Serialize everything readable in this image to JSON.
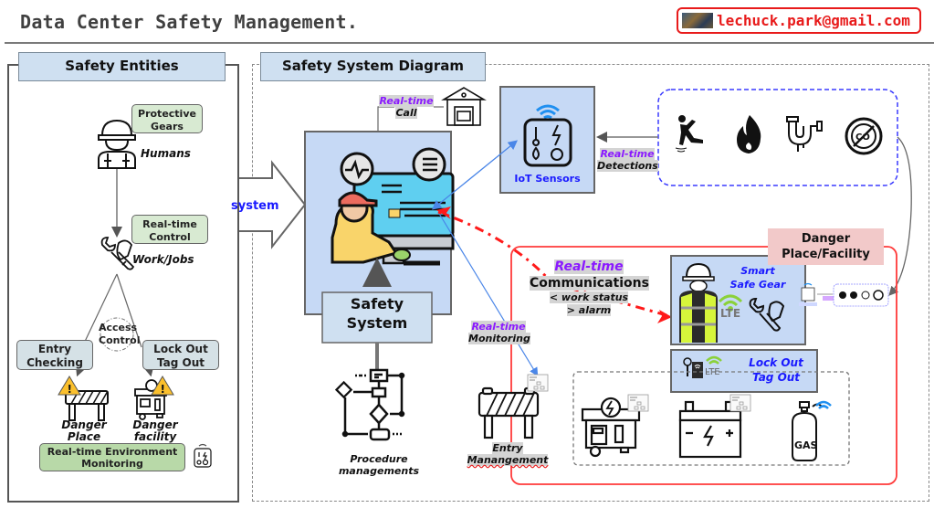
{
  "header": {
    "title": "Data Center Safety Management.",
    "contact_email": "lechuck.park@gmail.com"
  },
  "left_panel": {
    "title": "Safety Entities",
    "protective_gears": [
      "Protective",
      "Gears"
    ],
    "humans_label": "Humans",
    "realtime_control": [
      "Real-time",
      "Control"
    ],
    "work_jobs_label": "Work/Jobs",
    "access_control": [
      "Access",
      "Control"
    ],
    "entry_checking": [
      "Entry",
      "Checking"
    ],
    "lock_out_tag_out": [
      "Lock Out",
      "Tag Out"
    ],
    "danger_place": [
      "Danger",
      "Place"
    ],
    "danger_facility": [
      "Danger",
      "facility"
    ],
    "env_monitoring": [
      "Real-time Environment",
      "Monitoring"
    ]
  },
  "connector": {
    "label": "system"
  },
  "right_panel": {
    "title": "Safety System Diagram",
    "realtime_call": [
      "Real-time",
      "Call"
    ],
    "safety_system": [
      "Safety",
      "System"
    ],
    "procedure_label": [
      "Procedure",
      "managements"
    ],
    "iot_sensors_label": "IoT Sensors",
    "realtime_detections": [
      "Real-time",
      "Detections"
    ],
    "hazard_icons": [
      "slip-fall",
      "fire",
      "pipe-leak",
      "no-co2"
    ],
    "realtime_monitoring": [
      "Real-time",
      "Monitoring"
    ],
    "entry_management": [
      "Entry",
      "Manangement"
    ],
    "realtime_communications": {
      "line1": "Real-time",
      "line2": "Communications",
      "line3": "< work status",
      "line4": "> alarm"
    },
    "danger_place_facility": [
      "Danger",
      "Place/Facility"
    ],
    "smart_safe_gear": [
      "Smart",
      "Safe Gear"
    ],
    "lte_label": "LTE",
    "lock_out_tag_out": [
      "Lock Out",
      "Tag Out"
    ],
    "gas_label": "GAS",
    "equipment_icons": [
      "generator",
      "battery",
      "gas-tank"
    ]
  },
  "colors": {
    "accent_red": "#e81b1b",
    "accent_purple": "#8a19ff",
    "accent_blue": "#1a1aff",
    "header_blue": "#cfe0f1",
    "system_box_blue": "#c6d9f5",
    "danger_pink": "#f2c9c9"
  }
}
